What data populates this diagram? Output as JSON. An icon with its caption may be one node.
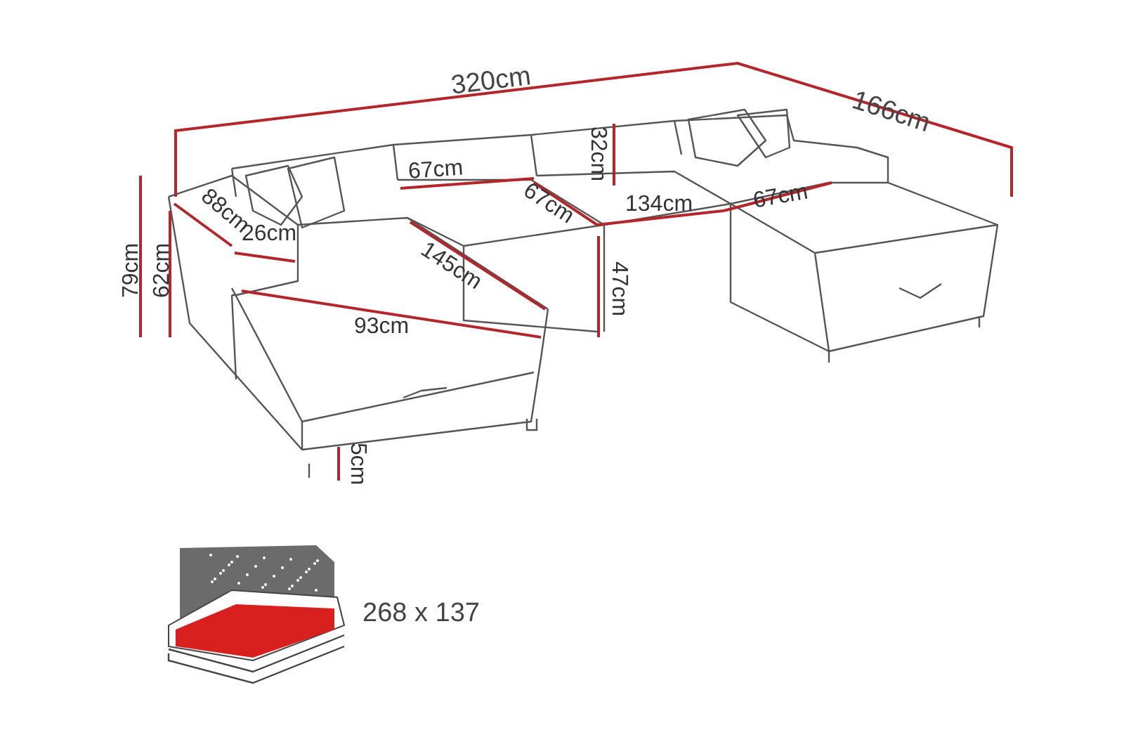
{
  "diagram": {
    "labels": [
      "320cm",
      "166cm",
      "32cm",
      "67cm",
      "67cm",
      "134cm",
      "67cm",
      "88cm",
      "79cm",
      "62cm",
      "145cm",
      "26cm",
      "47cm",
      "93cm",
      "5cm",
      "268 x 137"
    ]
  }
}
